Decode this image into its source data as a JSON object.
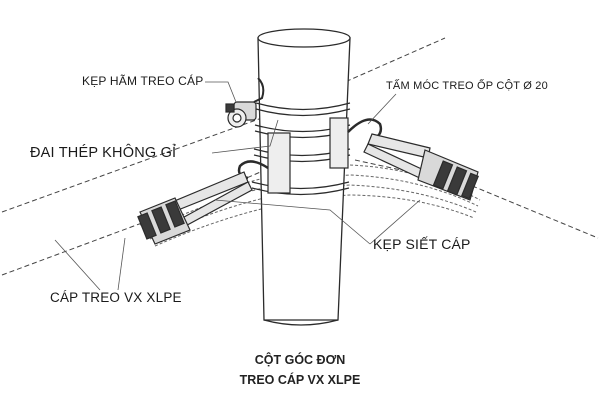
{
  "labels": {
    "kep_ham_treo_cap": "KẸP HÃM TREO CÁP",
    "dai_thep_khong_gi": "ĐAI THÉP KHÔNG GỈ",
    "tam_moc_treo": "TẤM MÓC TREO ỐP CỘT Ø 20",
    "kep_siet_cap": "KẸP SIẾT CÁP",
    "cap_treo": "CÁP TREO VX XLPE"
  },
  "caption": {
    "line1": "CỘT GÓC ĐƠN",
    "line2": "TREO CÁP VX XLPE"
  },
  "colors": {
    "line": "#2b2b2b",
    "leader": "#555555",
    "metal": "#e6e6e6",
    "dark_fitting": "#3a3a3a"
  }
}
